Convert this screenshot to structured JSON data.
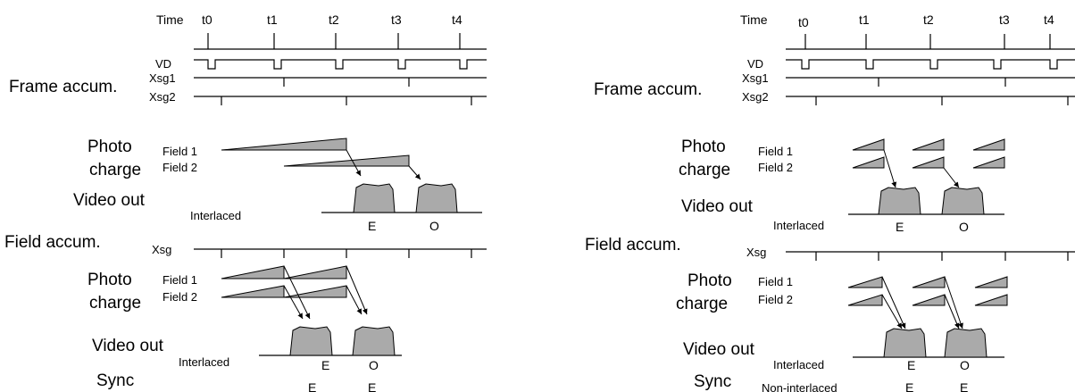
{
  "labels": {
    "time": "Time",
    "t0": "t0",
    "t1": "t1",
    "t2": "t2",
    "t3": "t3",
    "t4": "t4",
    "vd": "VD",
    "xsg1": "Xsg1",
    "xsg2": "Xsg2",
    "xsg": "Xsg",
    "frame_accum": "Frame accum.",
    "field_accum_left": "Field accum.",
    "field_accum_right": "Field accum.",
    "photo": "Photo",
    "charge": "charge",
    "field1": "Field 1",
    "field2": "Field 2",
    "video_out": "Video out",
    "interlaced": "Interlaced",
    "non_interlaced": "Non-interlaced",
    "sync": "Sync",
    "e": "E",
    "o": "O"
  }
}
